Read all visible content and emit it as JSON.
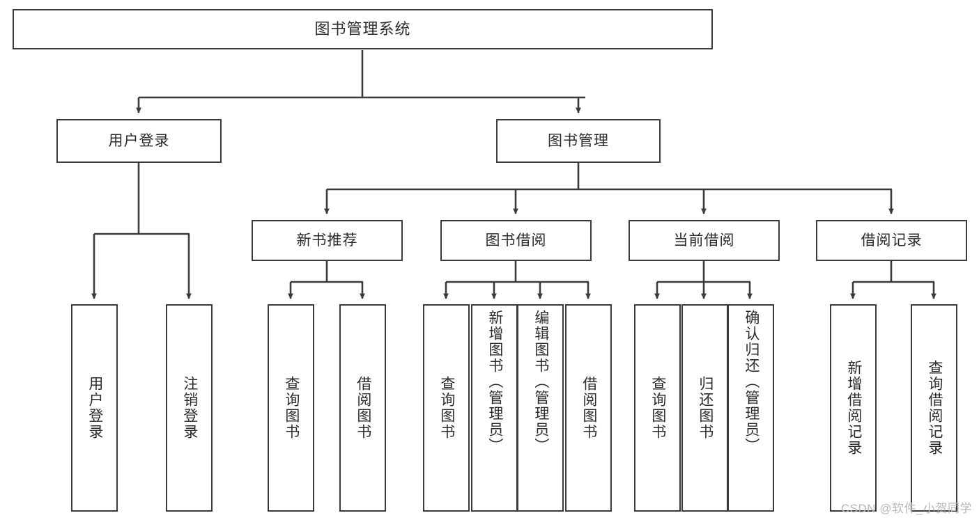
{
  "diagram": {
    "title": "图书管理系统",
    "type": "tree-hierarchy",
    "watermark": "CSDN @软件_小贺同学",
    "colors": {
      "border": "#3a3a3a",
      "text": "#2b2b2b",
      "background": "#ffffff",
      "watermark": "#b8b8b8"
    },
    "root": {
      "label": "图书管理系统"
    },
    "level2": [
      {
        "label": "用户登录"
      },
      {
        "label": "图书管理"
      }
    ],
    "level3": [
      {
        "label": "新书推荐"
      },
      {
        "label": "图书借阅"
      },
      {
        "label": "当前借阅"
      },
      {
        "label": "借阅记录"
      }
    ],
    "leaves": {
      "user_login": [
        {
          "label": "用户登录"
        },
        {
          "label": "注销登录"
        }
      ],
      "new_book_recommend": [
        {
          "label": "查询图书"
        },
        {
          "label": "借阅图书"
        }
      ],
      "book_borrow": [
        {
          "label": "查询图书"
        },
        {
          "label": "新增图书（管理员）"
        },
        {
          "label": "编辑图书（管理员）"
        },
        {
          "label": "借阅图书"
        }
      ],
      "current_borrow": [
        {
          "label": "查询图书"
        },
        {
          "label": "归还图书"
        },
        {
          "label": "确认归还（管理员）"
        }
      ],
      "borrow_records": [
        {
          "label": "新增借阅记录"
        },
        {
          "label": "查询借阅记录"
        }
      ]
    }
  }
}
